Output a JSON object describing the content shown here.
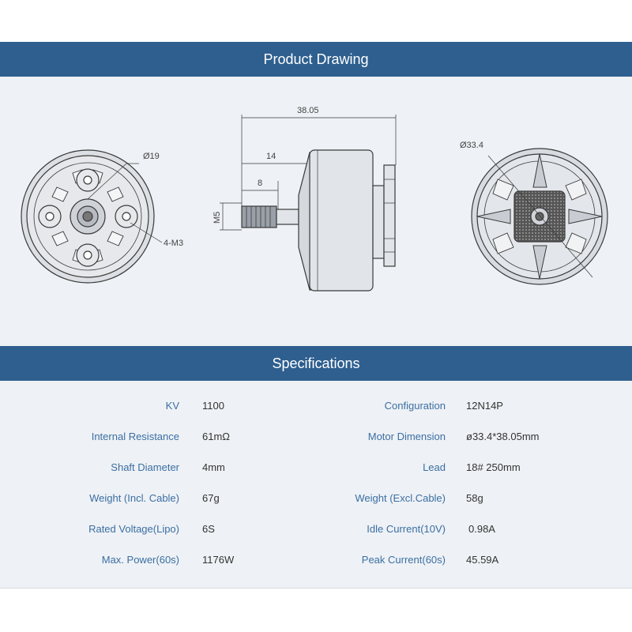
{
  "drawing": {
    "title": "Product Drawing",
    "dim_overall": "38.05",
    "dim_14": "14",
    "dim_8": "8",
    "dim_m5": "M5",
    "dim_phi19": "Ø19",
    "dim_4m3": "4-M3",
    "dim_phi33": "Ø33.4"
  },
  "specs": {
    "title": "Specifications",
    "rows": [
      {
        "l_label": "KV",
        "l_value": "1100",
        "r_label": "Configuration",
        "r_value": "12N14P"
      },
      {
        "l_label": "Internal Resistance",
        "l_value": "61mΩ",
        "r_label": "Motor Dimension",
        "r_value": "ø33.4*38.05mm"
      },
      {
        "l_label": "Shaft Diameter",
        "l_value": "4mm",
        "r_label": "Lead",
        "r_value": "18# 250mm"
      },
      {
        "l_label": "Weight (Incl. Cable)",
        "l_value": "67g",
        "r_label": "Weight (Excl.Cable)",
        "r_value": "58g"
      },
      {
        "l_label": "Rated Voltage(Lipo)",
        "l_value": "6S",
        "r_label": "Idle Current(10V)",
        "r_value": "0.98A"
      },
      {
        "l_label": "Max. Power(60s)",
        "l_value": "1176W",
        "r_label": "Peak Current(60s)",
        "r_value": "45.59A"
      }
    ]
  }
}
